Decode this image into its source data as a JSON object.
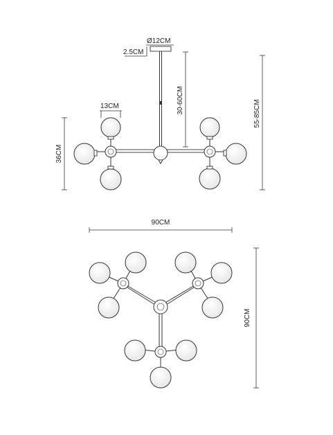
{
  "colors": {
    "line": "#333333",
    "globe_fill": "#f4f4f4",
    "globe_highlight": "#ffffff",
    "background": "#ffffff"
  },
  "side_view": {
    "canopy_diameter_label": "Ø12CM",
    "canopy_height_label": "2.5CM",
    "rod_length_label": "30-60CM",
    "total_height_label": "55-85CM",
    "globe_diameter_label": "13CM",
    "fixture_height_label": "36CM"
  },
  "top_view": {
    "width_label": "90CM",
    "depth_label": "90CM"
  }
}
